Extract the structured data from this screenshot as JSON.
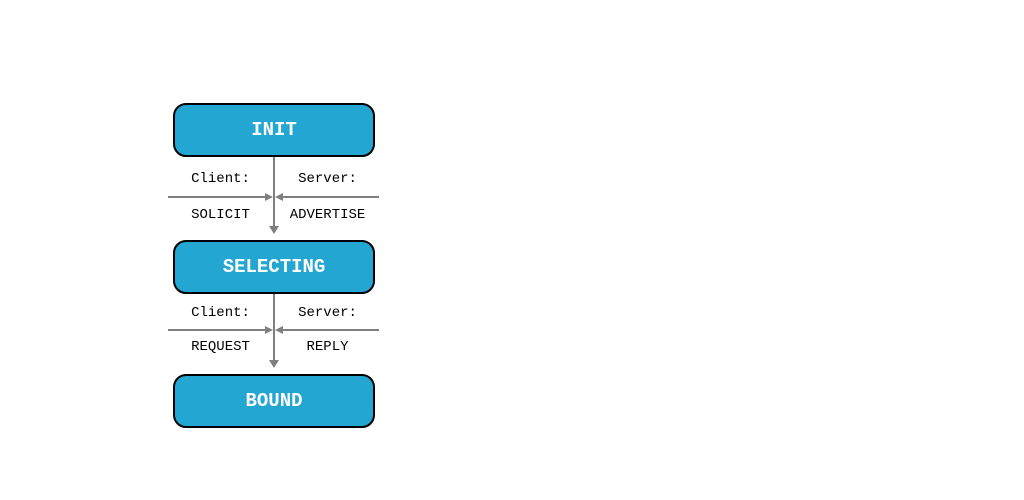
{
  "diagram": {
    "states": [
      {
        "id": "init",
        "label": "INIT"
      },
      {
        "id": "selecting",
        "label": "SELECTING"
      },
      {
        "id": "bound",
        "label": "BOUND"
      }
    ],
    "transitions": [
      {
        "from": "INIT",
        "to": "SELECTING",
        "left": {
          "role": "Client:",
          "message": "SOLICIT"
        },
        "right": {
          "role": "Server:",
          "message": "ADVERTISE"
        }
      },
      {
        "from": "SELECTING",
        "to": "BOUND",
        "left": {
          "role": "Client:",
          "message": "REQUEST"
        },
        "right": {
          "role": "Server:",
          "message": "REPLY"
        }
      }
    ],
    "colors": {
      "state_fill": "#23a6d1",
      "state_border": "#000000",
      "state_text": "#ffffff",
      "arrow": "#7f7f7f",
      "label_text": "#000000",
      "background": "#ffffff"
    }
  }
}
